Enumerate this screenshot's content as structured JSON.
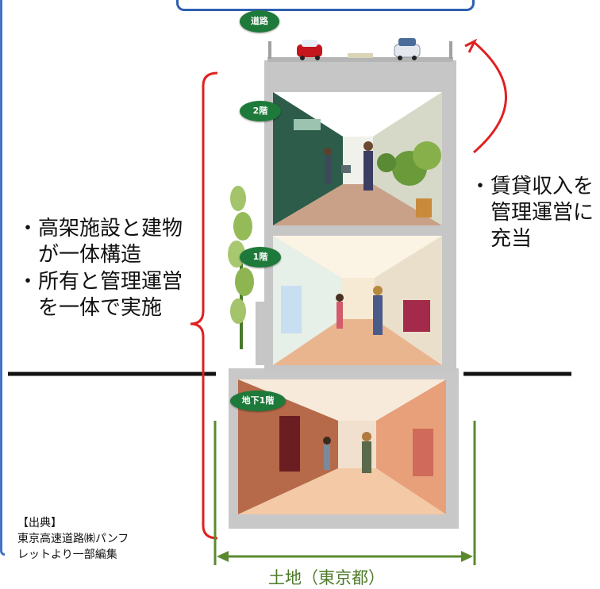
{
  "floors": {
    "road": "道路",
    "second": "2階",
    "first": "1階",
    "basement": "地下1階"
  },
  "notes_left": [
    "・高架施設と建物",
    "　が一体構造",
    "・所有と管理運営",
    "　を一体で実施"
  ],
  "notes_right": [
    "・賃貸収入を",
    "　管理運営に",
    "　充当"
  ],
  "source": [
    "【出典】",
    "東京高速道路㈱パンフ",
    "レットより一部編集"
  ],
  "land_label": "土地（東京都）",
  "colors": {
    "frame_blue": "#4472c4",
    "badge_green": "#1e7a3a",
    "bracket_red": "#e02020",
    "land_green": "#5b8a2e",
    "structure_gray": "#c6c6c6"
  },
  "icons": [
    "red-car-icon",
    "white-car-icon",
    "plant-icon"
  ]
}
